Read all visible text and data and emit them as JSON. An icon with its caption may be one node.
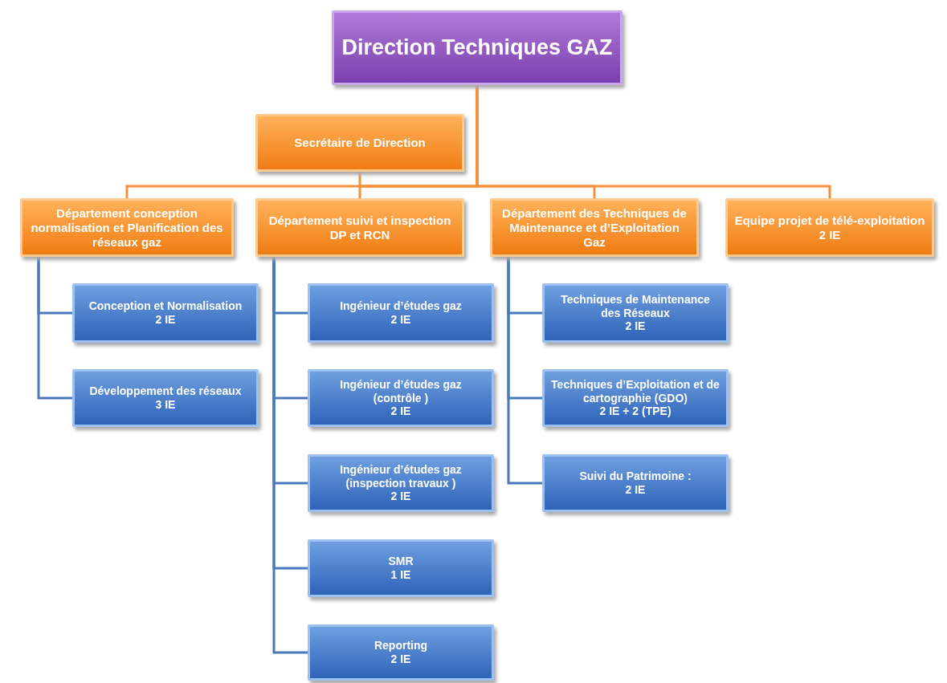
{
  "diagram": {
    "nodes": [
      {
        "text": [
          "Direction Techniques GAZ"
        ]
      },
      {
        "text": [
          "Secrétaire de Direction"
        ]
      },
      {
        "text": [
          "Département conception normalisation et Planification des réseaux gaz"
        ]
      },
      {
        "text": [
          "Département suivi et inspection DP et RCN"
        ]
      },
      {
        "text": [
          "Département des Techniques de Maintenance et d’Exploitation Gaz"
        ]
      },
      {
        "text": [
          "Equipe projet de télé-exploitation 2 IE"
        ]
      },
      {
        "text": [
          "Conception et Normalisation",
          "2  IE"
        ]
      },
      {
        "text": [
          "Développement des réseaux",
          "3 IE"
        ]
      },
      {
        "text": [
          "Ingénieur d’études gaz",
          "2 IE"
        ]
      },
      {
        "text": [
          "Ingénieur d’études gaz",
          "(contrôle )",
          "2 IE"
        ]
      },
      {
        "text": [
          "Ingénieur d’études gaz",
          "(inspection travaux )",
          "2 IE"
        ]
      },
      {
        "text": [
          "SMR",
          "1 IE"
        ]
      },
      {
        "text": [
          "Reporting",
          "2 IE"
        ]
      },
      {
        "text": [
          "Techniques de Maintenance des Réseaux",
          "2 IE"
        ]
      },
      {
        "text": [
          "Techniques d’Exploitation et de cartographie (GDO)",
          "2 IE + 2  (TPE)"
        ]
      },
      {
        "text": [
          "Suivi du Patrimoine :",
          "2 IE"
        ]
      }
    ],
    "edges": [
      {
        "from": 0,
        "to": 1,
        "arrow": "none",
        "color": "#f5913a"
      },
      {
        "from": 0,
        "to": 2,
        "arrow": "none",
        "color": "#f5913a"
      },
      {
        "from": 0,
        "to": 3,
        "arrow": "none",
        "color": "#f5913a"
      },
      {
        "from": 0,
        "to": 4,
        "arrow": "none",
        "color": "#f5913a"
      },
      {
        "from": 0,
        "to": 5,
        "arrow": "none",
        "color": "#f5913a"
      },
      {
        "from": 2,
        "to": 6,
        "arrow": "none"
      },
      {
        "from": 2,
        "to": 7,
        "arrow": "none"
      },
      {
        "from": 3,
        "to": 8,
        "arrow": "none"
      },
      {
        "from": 3,
        "to": 9,
        "arrow": "none"
      },
      {
        "from": 3,
        "to": 10,
        "arrow": "none"
      },
      {
        "from": 3,
        "to": 11,
        "arrow": "none"
      },
      {
        "from": 3,
        "to": 12,
        "arrow": "none"
      },
      {
        "from": 4,
        "to": 13,
        "arrow": "none"
      },
      {
        "from": 4,
        "to": 14,
        "arrow": "none"
      },
      {
        "from": 4,
        "to": 15,
        "arrow": "none"
      }
    ]
  }
}
